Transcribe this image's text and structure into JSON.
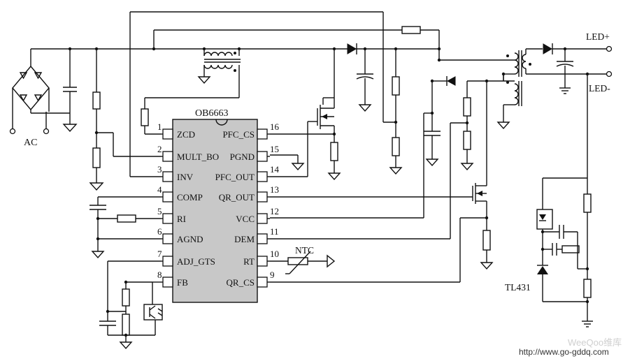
{
  "ic": {
    "part": "OB6663",
    "left_pins": [
      {
        "num": "1",
        "name": "ZCD"
      },
      {
        "num": "2",
        "name": "MULT_BO"
      },
      {
        "num": "3",
        "name": "INV"
      },
      {
        "num": "4",
        "name": "COMP"
      },
      {
        "num": "5",
        "name": "RI"
      },
      {
        "num": "6",
        "name": "AGND"
      },
      {
        "num": "7",
        "name": "ADJ_GTS"
      },
      {
        "num": "8",
        "name": "FB"
      }
    ],
    "right_pins": [
      {
        "num": "16",
        "name": "PFC_CS"
      },
      {
        "num": "15",
        "name": "PGND"
      },
      {
        "num": "14",
        "name": "PFC_OUT"
      },
      {
        "num": "13",
        "name": "QR_OUT"
      },
      {
        "num": "12",
        "name": "VCC"
      },
      {
        "num": "11",
        "name": "DEM"
      },
      {
        "num": "10",
        "name": "RT"
      },
      {
        "num": "9",
        "name": "QR_CS"
      }
    ]
  },
  "labels": {
    "ac": "AC",
    "ntc": "NTC",
    "tl431": "TL431",
    "led_plus": "LED+",
    "led_minus": "LED-"
  },
  "watermark": {
    "url": "http://www.go-gddq.com",
    "logo": "WeeQoo维库"
  }
}
